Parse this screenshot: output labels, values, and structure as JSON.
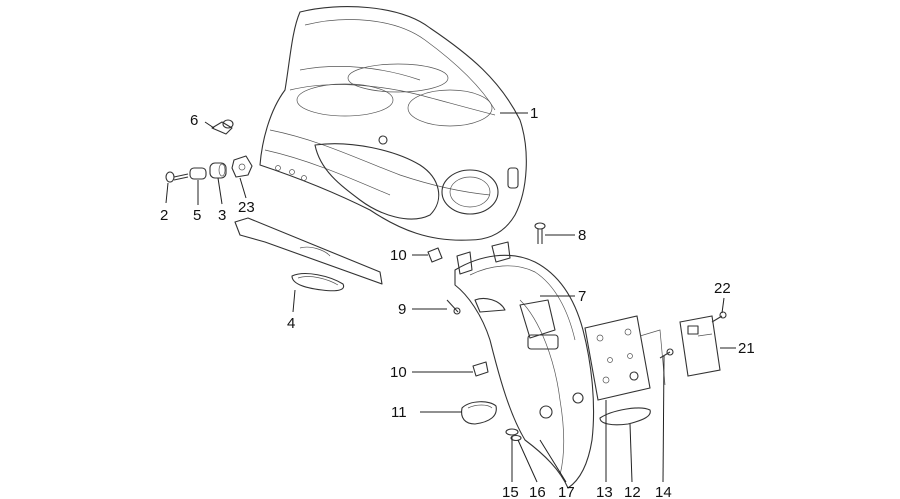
{
  "callouts": {
    "c1": "1",
    "c2": "2",
    "c3": "3",
    "c4": "4",
    "c5": "5",
    "c6": "6",
    "c7": "7",
    "c8": "8",
    "c9": "9",
    "c10a": "10",
    "c10b": "10",
    "c11": "11",
    "c12": "12",
    "c13": "13",
    "c14": "14",
    "c15": "15",
    "c16": "16",
    "c17": "17",
    "c21": "21",
    "c22": "22",
    "c23": "23"
  },
  "colors": {
    "line": "#333333",
    "text": "#111111",
    "background": "#ffffff"
  }
}
